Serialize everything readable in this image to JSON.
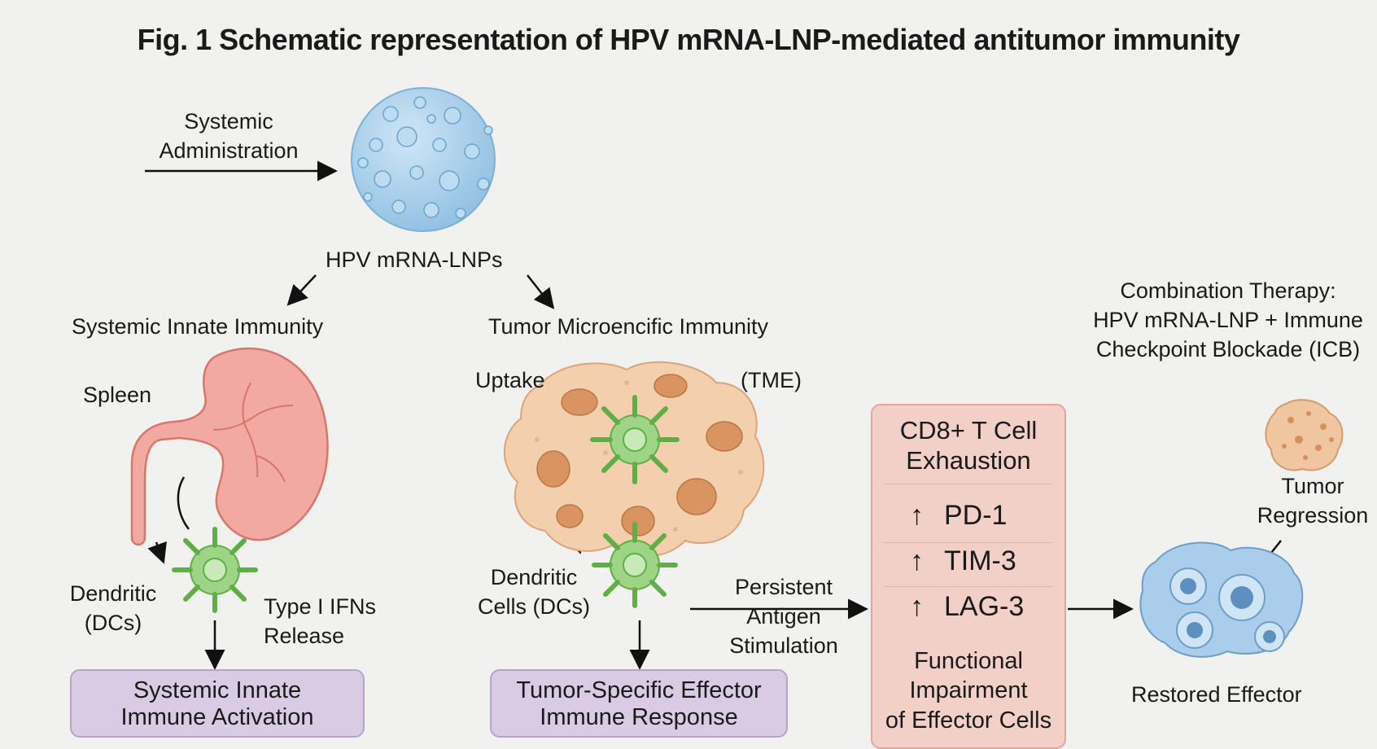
{
  "figure": {
    "title": "Fig. 1 Schematic representation of HPV mRNA-LNP-mediated antitumor immunity"
  },
  "labels": {
    "systemic_admin": "Systemic\nAdministration",
    "lnp": "HPV mRNA-LNPs",
    "systemic_innate": "Systemic Innate Immunity",
    "tumor_micro": "Tumor Microencific Immunity",
    "spleen": "Spleen",
    "uptake": "Uptake",
    "tme": "(TME)",
    "dc_left": "Dendritic\n(DCs)",
    "ifn": "Type I IFNs\nRelease",
    "dc_mid": "Dendritic\nCells (DCs)",
    "persistent": "Persistent\nAntigen\nStimulation",
    "combination": "Combination Therapy:\nHPV mRNA-LNP + Immune\nCheckpoint Blockade (ICB)",
    "tumor_regression": "Tumor\nRegression",
    "restored": "Restored Effector"
  },
  "boxes": {
    "innate": "Systemic Innate\nImmune Activation",
    "effector": "Tumor-Specific Effector\nImmune Response",
    "exhaustion_title": "CD8+ T Cell\nExhaustion",
    "markers": [
      {
        "arrow": "↑",
        "name": "PD-1"
      },
      {
        "arrow": "↑",
        "name": "TIM-3"
      },
      {
        "arrow": "↑",
        "name": "LAG-3"
      }
    ],
    "exhaustion_foot": "Functional\nImpairment\nof Effector Cells"
  },
  "colors": {
    "lnp": "#a9d0ea",
    "spleen": "#ef9e98",
    "dc": "#8ccd74",
    "tumor": "#f0c6a1",
    "tumor_nuclei": "#d98f5c",
    "purple_box": "#d8cbe3",
    "exhaustion_box": "#f2d0c8",
    "restored_cells": "#9fc8e8"
  },
  "icons": [
    "lnp-particle",
    "spleen-organ",
    "dendritic-cell",
    "tumor-mass",
    "tumor-small",
    "restored-effector-cells"
  ]
}
